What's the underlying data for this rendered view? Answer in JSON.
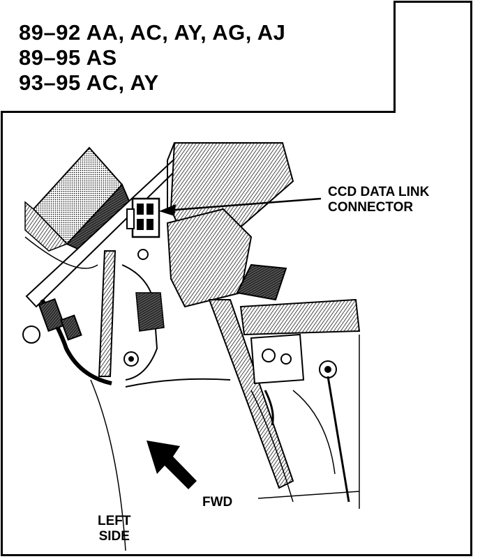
{
  "models": {
    "line1": "89–92 AA, AC, AY, AG, AJ",
    "line2": "89–95 AS",
    "line3": "93–95 AC, AY"
  },
  "labels": {
    "ccd_line1": "CCD DATA LINK",
    "ccd_line2": "CONNECTOR",
    "fwd": "FWD",
    "left_line1": "LEFT",
    "left_line2": "SIDE"
  }
}
